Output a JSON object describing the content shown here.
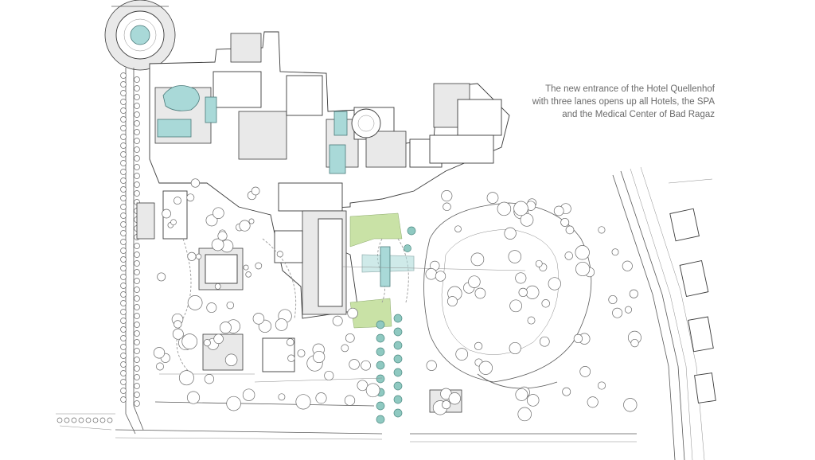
{
  "caption": {
    "line1": "The new entrance of the Hotel Quellenhof",
    "line2": "with three lanes opens up all Hotels, the SPA",
    "line3": "and the Medical Center of Bad Ragaz"
  },
  "colors": {
    "pool": "#a9d9d8",
    "lawn": "#c9e2a6",
    "tree_accent": "#8fc9c1",
    "line": "#3a3a3a",
    "caption_text": "#6b6b6b"
  }
}
